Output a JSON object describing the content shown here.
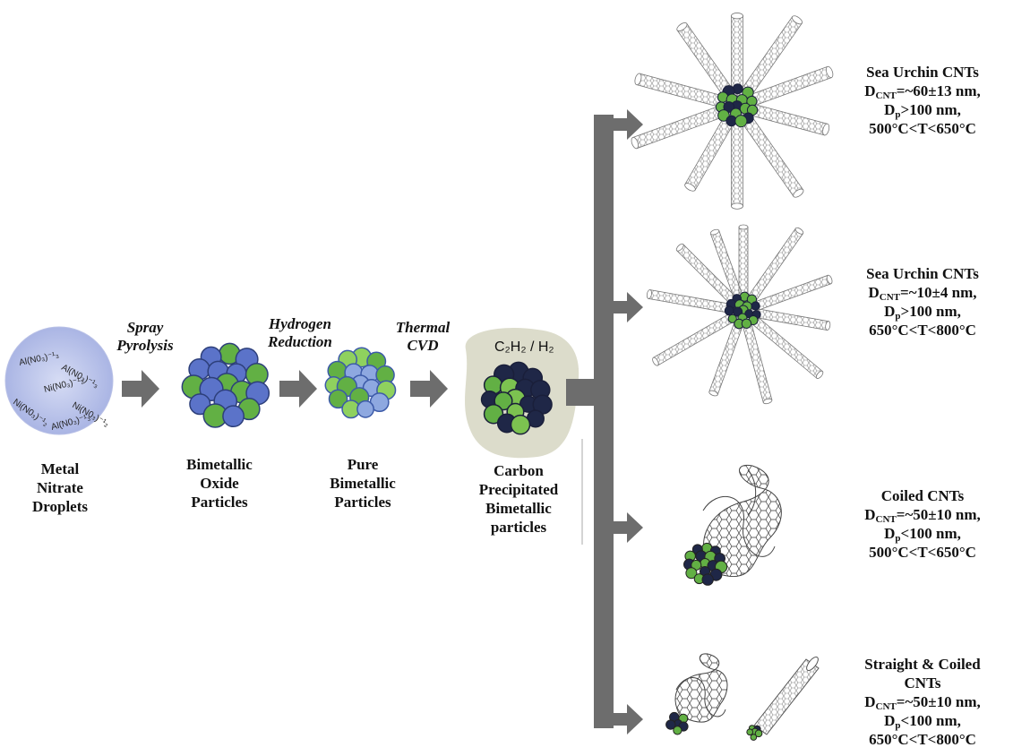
{
  "stages": [
    {
      "line1": "Metal",
      "line2": "Nitrate",
      "line3": "Droplets"
    },
    {
      "line1": "Bimetallic",
      "line2": "Oxide",
      "line3": "Particles"
    },
    {
      "line1": "Pure",
      "line2": "Bimetallic",
      "line3": "Particles"
    },
    {
      "line1": "Carbon",
      "line2": "Precipitated",
      "line3": "Bimetallic",
      "line4": "particles"
    }
  ],
  "steps": [
    {
      "line1": "Spray",
      "line2": "Pyrolysis"
    },
    {
      "line1": "Hydrogen",
      "line2": "Reduction"
    },
    {
      "line1": "Thermal",
      "line2": "CVD"
    }
  ],
  "droplet_formulas": [
    "Al(N0₃)⁻¹₃",
    "Al(N0₃)⁻¹₃",
    "Ni(N0₃)⁻¹₂",
    "Ni(N0₃)⁻¹₂",
    "Ni(N0₃)⁻¹₂",
    "Al(N0₃)⁻¹₃"
  ],
  "gas_label": "C₂H₂ / H₂",
  "results": [
    {
      "title": "Sea Urchin CNTs",
      "d_cnt_sym": "D",
      "d_cnt_sub": "CNT",
      "d_cnt_val": "=~60±13 nm,",
      "dp_sym": "D",
      "dp_sub": "p",
      "dp_val": ">100 nm,",
      "temp": "500°C<T<650°C"
    },
    {
      "title": "Sea Urchin CNTs",
      "d_cnt_sym": "D",
      "d_cnt_sub": "CNT",
      "d_cnt_val": "=~10±4 nm,",
      "dp_sym": "D",
      "dp_sub": "p",
      "dp_val": ">100 nm,",
      "temp": "650°C<T<800°C"
    },
    {
      "title": "Coiled  CNTs",
      "d_cnt_sym": "D",
      "d_cnt_sub": "CNT",
      "d_cnt_val": "=~50±10 nm,",
      "dp_sym": "D",
      "dp_sub": "p",
      "dp_val": "<100 nm,",
      "temp": "500°C<T<650°C"
    },
    {
      "title": "Straight  & Coiled",
      "title2": "CNTs",
      "d_cnt_sym": "D",
      "d_cnt_sub": "CNT",
      "d_cnt_val": "=~50±10 nm,",
      "dp_sym": "D",
      "dp_sub": "p",
      "dp_val": "<100 nm,",
      "temp": "650°C<T<800°C"
    }
  ],
  "colors": {
    "arrow": "#6d6d6d",
    "green": "#62b044",
    "blue": "#5b73c9",
    "light_blue": "#8ea8e0",
    "dark_navy": "#1f2747",
    "cloud": "#dcdccb",
    "droplet": "#aeb9e6"
  }
}
